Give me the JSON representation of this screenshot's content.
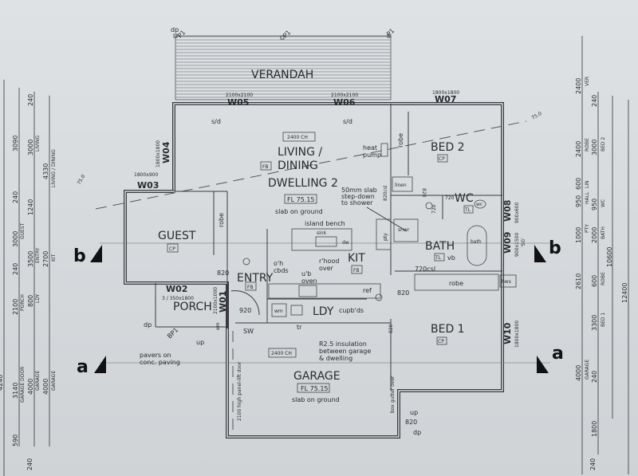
{
  "title": "DWELLING 2",
  "verandah": {
    "label": "VERANDAH",
    "posts": [
      "P1",
      "P1",
      "P1"
    ],
    "downpipe": "dp"
  },
  "rooms": {
    "living": {
      "line1": "LIVING /",
      "line2": "DINING",
      "ceiling": "2400 CH",
      "floor_tag": "FB",
      "floor_level": "FL 75.15",
      "note": "slab on ground",
      "heat_pump": [
        "heat",
        "pump"
      ]
    },
    "guest": {
      "label": "GUEST",
      "floor_tag": "CP",
      "robe": "robe"
    },
    "entry": {
      "label": "ENTRY",
      "floor_tag": "FB",
      "door": "820",
      "door2": "920"
    },
    "porch": {
      "label": "PORCH",
      "pavers": [
        "pavers on",
        "conc. paving"
      ],
      "up": "up",
      "bp": "BP1",
      "em": "em",
      "dp": "dp"
    },
    "kitchen": {
      "label": "KIT",
      "floor_tag": "FB",
      "island": "island bench",
      "sink": "sink",
      "dw": "dw",
      "ohcbds": [
        "o'h",
        "cbds"
      ],
      "oven": [
        "u'b",
        "oven"
      ],
      "rhood": [
        "r'hood",
        "over"
      ],
      "ref": "ref"
    },
    "laundry": {
      "label": "LDY",
      "wm": "wm",
      "tr": "tr",
      "cupbds": "cupb'ds",
      "sw": "SW"
    },
    "bath": {
      "label": "BATH",
      "bath": "bath",
      "tl": "TL",
      "vb": "vb",
      "shower": "shwr",
      "pty": "pty",
      "door": "720",
      "door2": "720csl",
      "step_note": [
        "50mm slab",
        "step-down",
        "to shower"
      ]
    },
    "wc": {
      "label": "WC",
      "tl": "TL",
      "wc": "wc",
      "door": "720"
    },
    "hall": {
      "linen": "linen",
      "door": "820csl",
      "door2": "820",
      "door3": "820"
    },
    "bed2": {
      "label": "BED 2",
      "floor_tag": "CP",
      "robe": "robe"
    },
    "bed1": {
      "label": "BED 1",
      "floor_tag": "CP",
      "robe": "robe",
      "hws": "hws",
      "door": "820"
    },
    "garage": {
      "label": "GARAGE",
      "ceiling": "2400 CH",
      "floor_level": "FL 75.15",
      "note": "slab on ground",
      "door": "2100 high panel-lift door",
      "box_gutter": "box gutter over",
      "insulation": [
        "R2.5 insulation",
        "between garage",
        "& dwelling"
      ],
      "side_door": "820",
      "up": "up",
      "dp": "dp"
    }
  },
  "windows": [
    {
      "id": "W01",
      "size": "2100x1000"
    },
    {
      "id": "W02",
      "size": "3 / 350x1800"
    },
    {
      "id": "W03",
      "size": "1800x900"
    },
    {
      "id": "W04",
      "size": "1800x1800"
    },
    {
      "id": "W05",
      "size": "2100x2100",
      "door": "s/d"
    },
    {
      "id": "W06",
      "size": "2100x2100",
      "door": "s/d"
    },
    {
      "id": "W07",
      "size": "1800x1800"
    },
    {
      "id": "W08",
      "size": "900x600"
    },
    {
      "id": "W09",
      "size": "900x1500",
      "glass": "'SG'"
    },
    {
      "id": "W10",
      "size": "1800x1800"
    }
  ],
  "sections": {
    "a": "a",
    "b": "b"
  },
  "contour": "75.0",
  "dims_right": {
    "col1": [
      "2400",
      "VER",
      "2400",
      "ROBE",
      "2610",
      "1000",
      "PTY",
      "950",
      "HALL",
      "600",
      "LIN",
      "4000",
      "GARAGE",
      "240"
    ],
    "col2": [
      "240",
      "3000",
      "BED 2",
      "950",
      "WC",
      "2000",
      "BATH",
      "600",
      "ROBE",
      "3300",
      "BED 1",
      "240",
      "1800"
    ],
    "col3": [
      "10600"
    ],
    "col4": [
      "12400"
    ]
  },
  "dims_left": {
    "col1": [
      "4240"
    ],
    "col2": [
      "3090",
      "240",
      "3000",
      "GUEST",
      "240",
      "2100",
      "PORCH",
      "3140",
      "GARAGE DOOR",
      "590",
      "240"
    ],
    "col3": [
      "240",
      "3000",
      "LIVING",
      "1240",
      "3500",
      "ENTRY",
      "800",
      "LDY",
      "4000",
      "GARAGE"
    ],
    "col4": [
      "4330",
      "LIVING / DINING",
      "2700",
      "KIT",
      "4000",
      "GARAGE"
    ]
  }
}
